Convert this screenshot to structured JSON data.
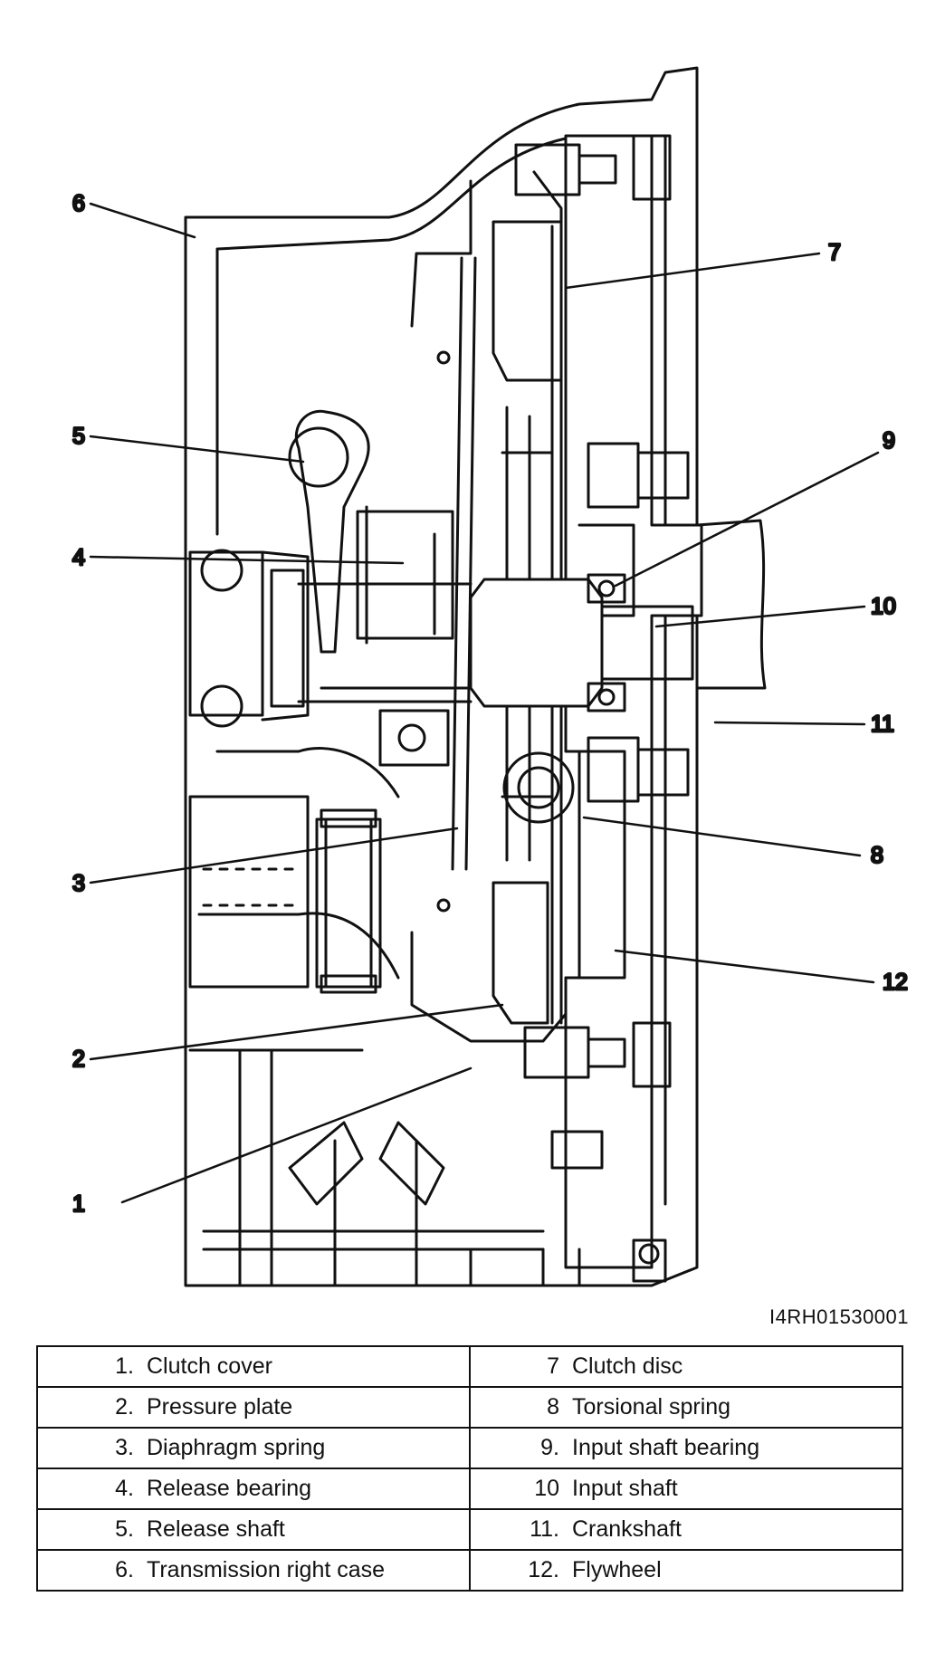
{
  "callouts": [
    "1",
    "2",
    "3",
    "4",
    "5",
    "6",
    "7",
    "8",
    "9",
    "10",
    "11",
    "12"
  ],
  "figure_id": "I4RH01530001",
  "legend": [
    {
      "left": {
        "num": "1.",
        "label": "Clutch cover"
      },
      "right": {
        "num": "7",
        "label": "Clutch disc"
      }
    },
    {
      "left": {
        "num": "2.",
        "label": "Pressure plate"
      },
      "right": {
        "num": "8",
        "label": "Torsional spring"
      }
    },
    {
      "left": {
        "num": "3.",
        "label": "Diaphragm spring"
      },
      "right": {
        "num": "9.",
        "label": "Input shaft bearing"
      }
    },
    {
      "left": {
        "num": "4.",
        "label": "Release bearing"
      },
      "right": {
        "num": "10",
        "label": "Input shaft"
      }
    },
    {
      "left": {
        "num": "5.",
        "label": "Release shaft"
      },
      "right": {
        "num": "11.",
        "label": "Crankshaft"
      }
    },
    {
      "left": {
        "num": "6.",
        "label": "Transmission right case"
      },
      "right": {
        "num": "12.",
        "label": "Flywheel"
      }
    }
  ]
}
